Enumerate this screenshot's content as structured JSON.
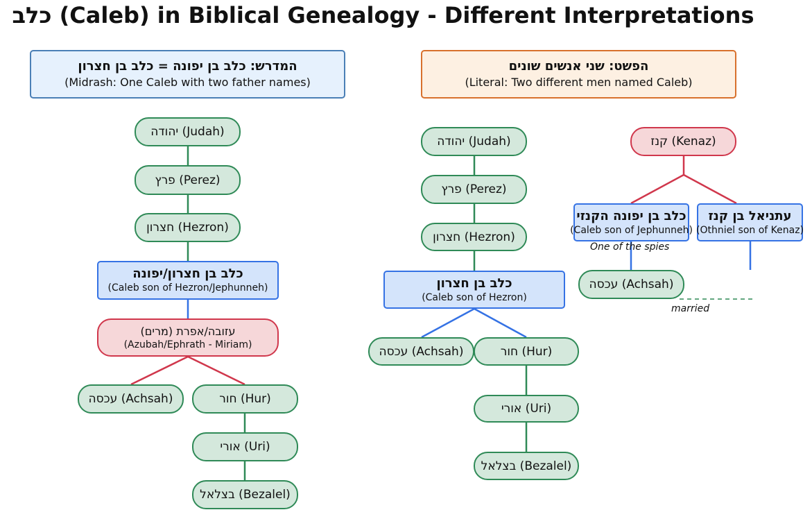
{
  "title": "כלב (Caleb) in Biblical Genealogy - Different Interpretations",
  "colors": {
    "green": "#2f8a57",
    "green_fill": "#d4e8dc",
    "blue": "#3572e4",
    "blue_fill": "#d4e4fb",
    "red": "#d0374c",
    "red_fill": "#f6d7d9",
    "header_blue": "#4a7fb6",
    "header_orange": "#d8702c"
  },
  "midrash": {
    "header_he": "המדרש: כלב בן יפונה = כלב בן חצרון",
    "header_en": "(Midrash: One Caleb with two father names)",
    "judah": "יהודה (Judah)",
    "perez": "פרץ (Perez)",
    "hezron": "חצרון (Hezron)",
    "caleb_he": "כלב בן חצרון/יפונה",
    "caleb_en": "(Caleb son of Hezron/Jephunneh)",
    "wife_he": "עזובה/אפרת (מרים)",
    "wife_en": "(Azubah/Ephrath - Miriam)",
    "achsah": "עכסה (Achsah)",
    "hur": "חור (Hur)",
    "uri": "אורי (Uri)",
    "bezalel": "בצלאל (Bezalel)"
  },
  "literal": {
    "header_he": "הפשט: שני אנשים שונים",
    "header_en": "(Literal: Two different men named Caleb)",
    "judah": "יהודה (Judah)",
    "perez": "פרץ (Perez)",
    "hezron": "חצרון (Hezron)",
    "caleb_he": "כלב בן חצרון",
    "caleb_en": "(Caleb son of Hezron)",
    "achsah": "עכסה (Achsah)",
    "hur": "חור (Hur)",
    "uri": "אורי (Uri)",
    "bezalel": "בצלאל (Bezalel)",
    "kenaz": "קנז (Kenaz)",
    "caleb2_he": "כלב בן יפונה הקנזי",
    "caleb2_en": "(Caleb son of Jephunneh)",
    "othniel_he": "עתניאל בן קנז",
    "othniel_en": "(Othniel son of Kenaz)",
    "spies_note": "One of the spies",
    "achsah2": "עכסה (Achsah)",
    "married_note": "married"
  }
}
